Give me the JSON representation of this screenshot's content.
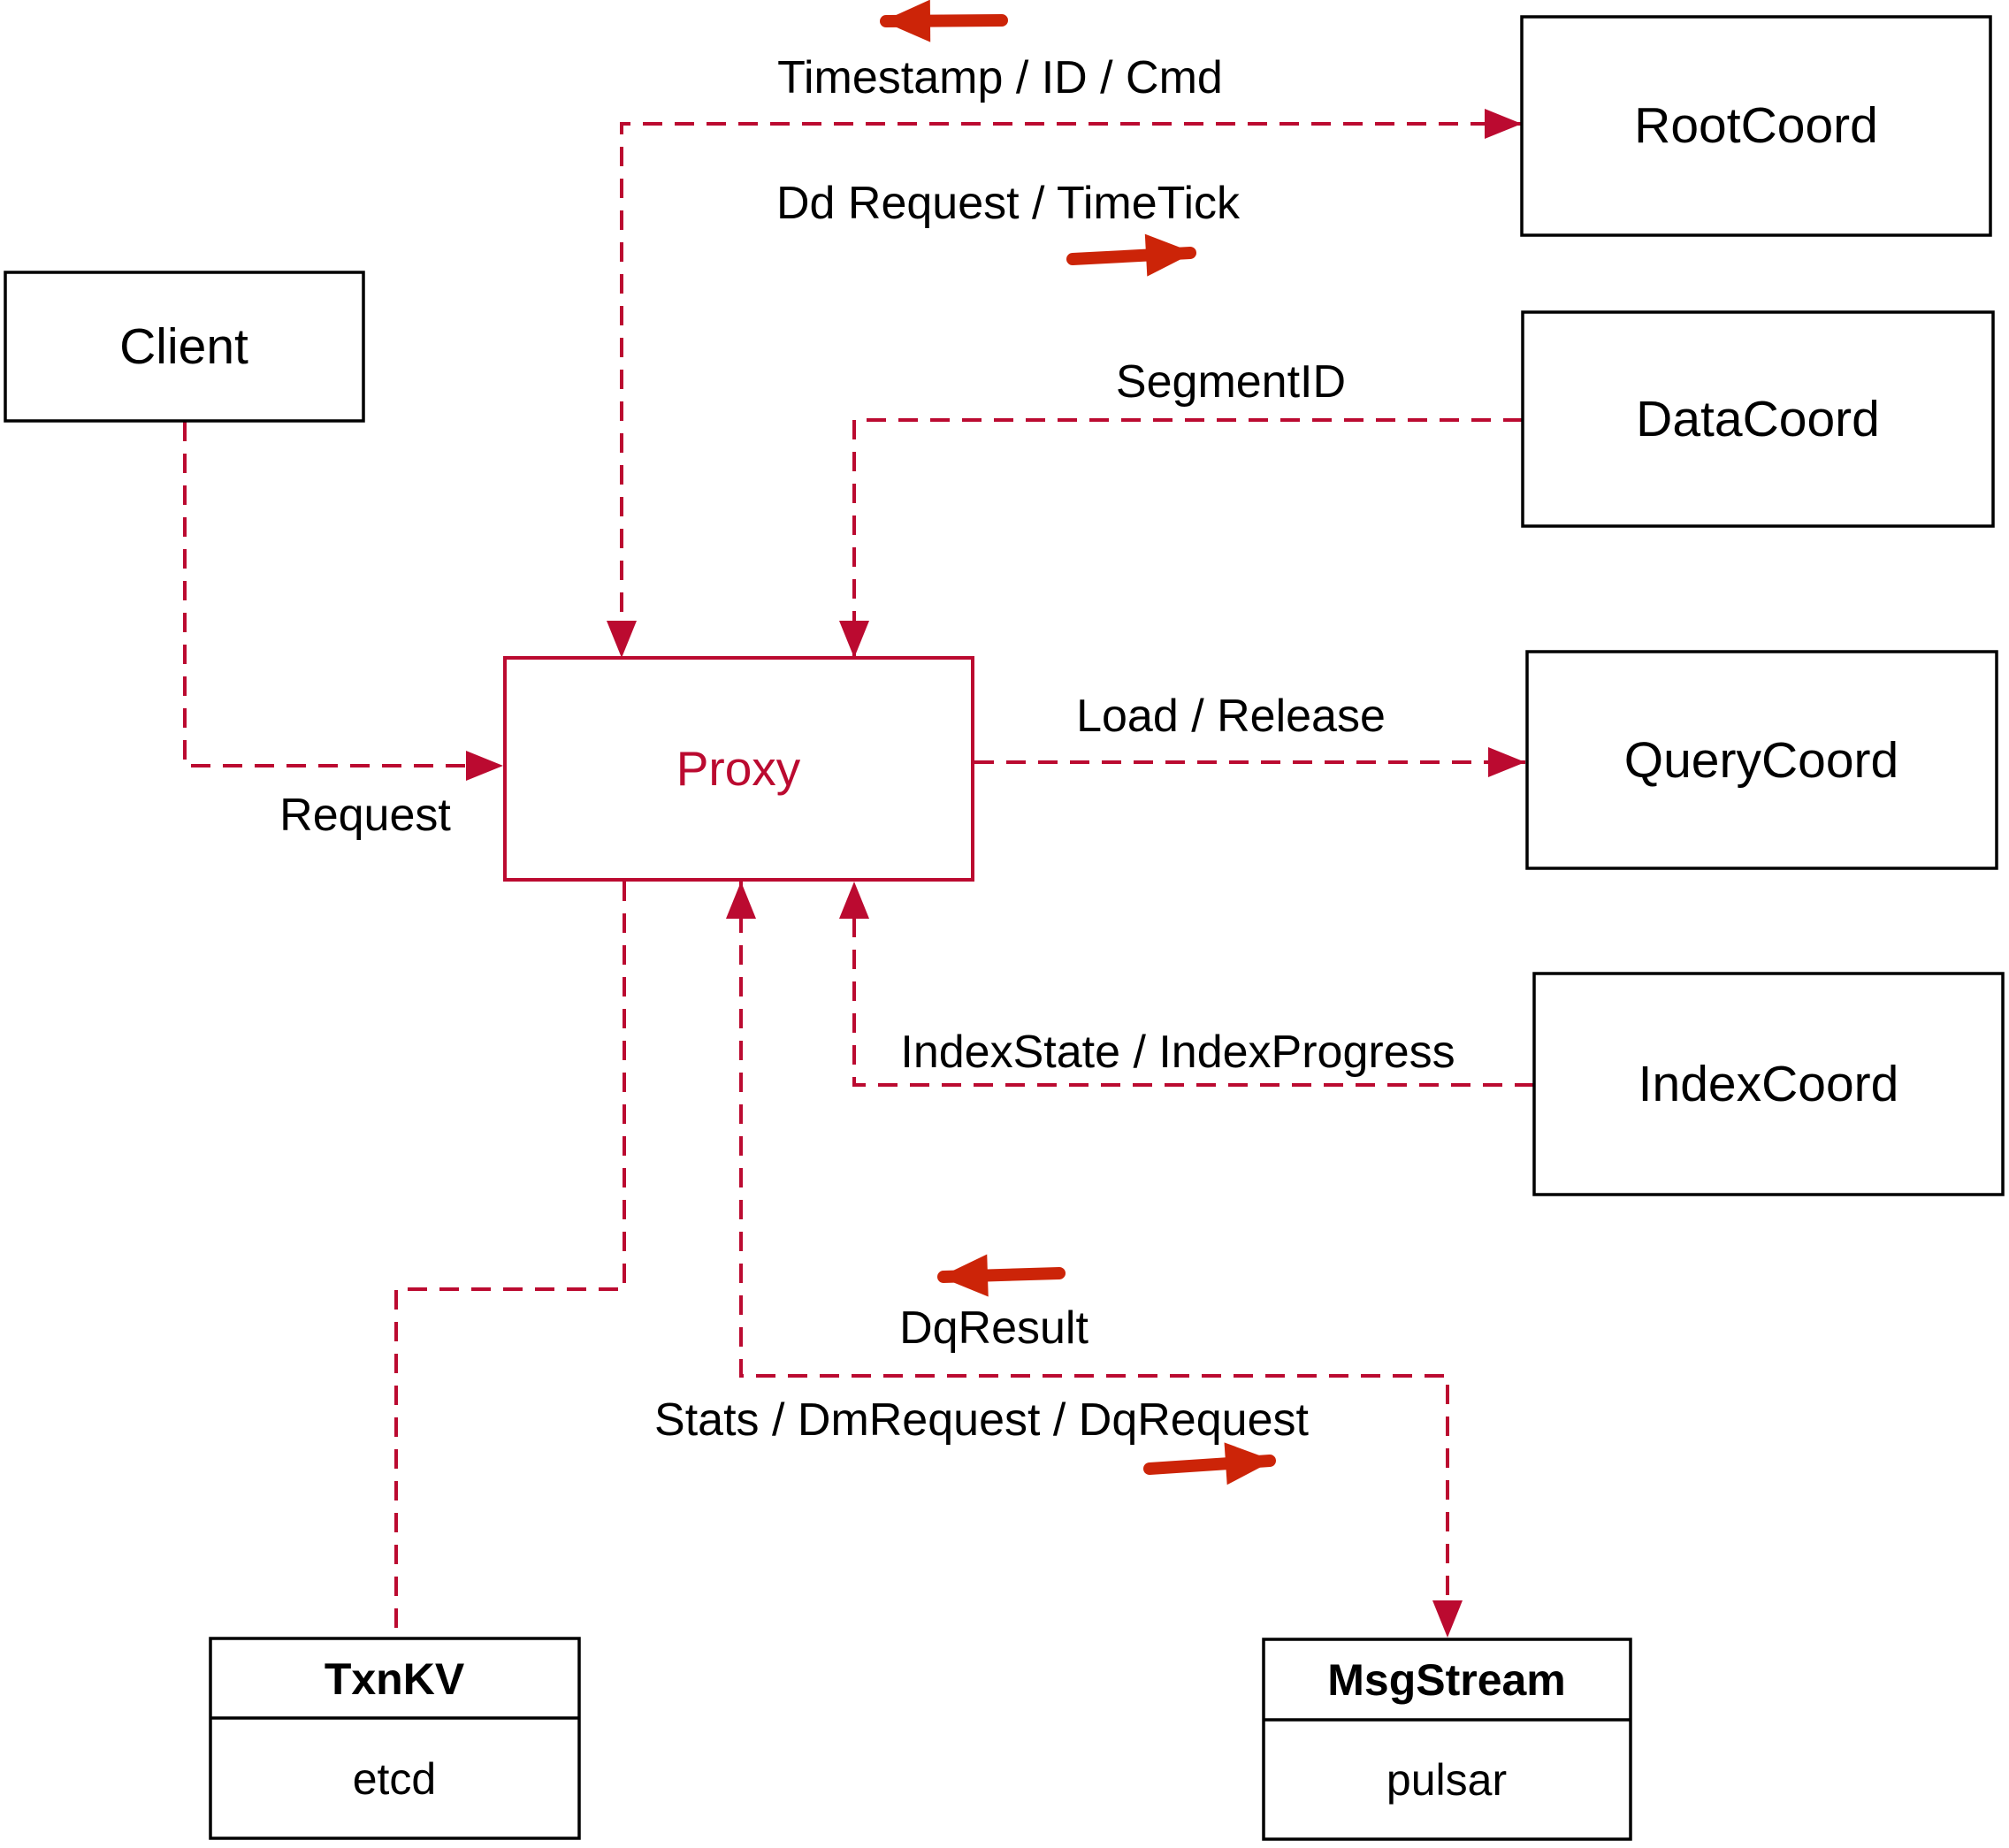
{
  "diagram": {
    "colors": {
      "dashed_line": "#bb0a30",
      "direction_arrow": "#cc2408",
      "box_border": "#000000",
      "text": "#000000",
      "background": "#ffffff"
    },
    "nodes": {
      "client": {
        "label": "Client"
      },
      "proxy": {
        "label": "Proxy"
      },
      "rootcoord": {
        "label": "RootCoord"
      },
      "datacoord": {
        "label": "DataCoord"
      },
      "querycoord": {
        "label": "QueryCoord"
      },
      "indexcoord": {
        "label": "IndexCoord"
      },
      "txnkv": {
        "label": "TxnKV",
        "sublabel": "etcd"
      },
      "msgstream": {
        "label": "MsgStream",
        "sublabel": "pulsar"
      }
    },
    "edge_labels": {
      "timestamp_id_cmd": "Timestamp / ID / Cmd",
      "dd_request_timetick": "Dd Request / TimeTick",
      "segment_id": "SegmentID",
      "load_release": "Load / Release",
      "index_state": "IndexState / IndexProgress",
      "request": "Request",
      "dq_result": "DqResult",
      "stats_dm_dq": "Stats / DmRequest / DqRequest"
    }
  }
}
